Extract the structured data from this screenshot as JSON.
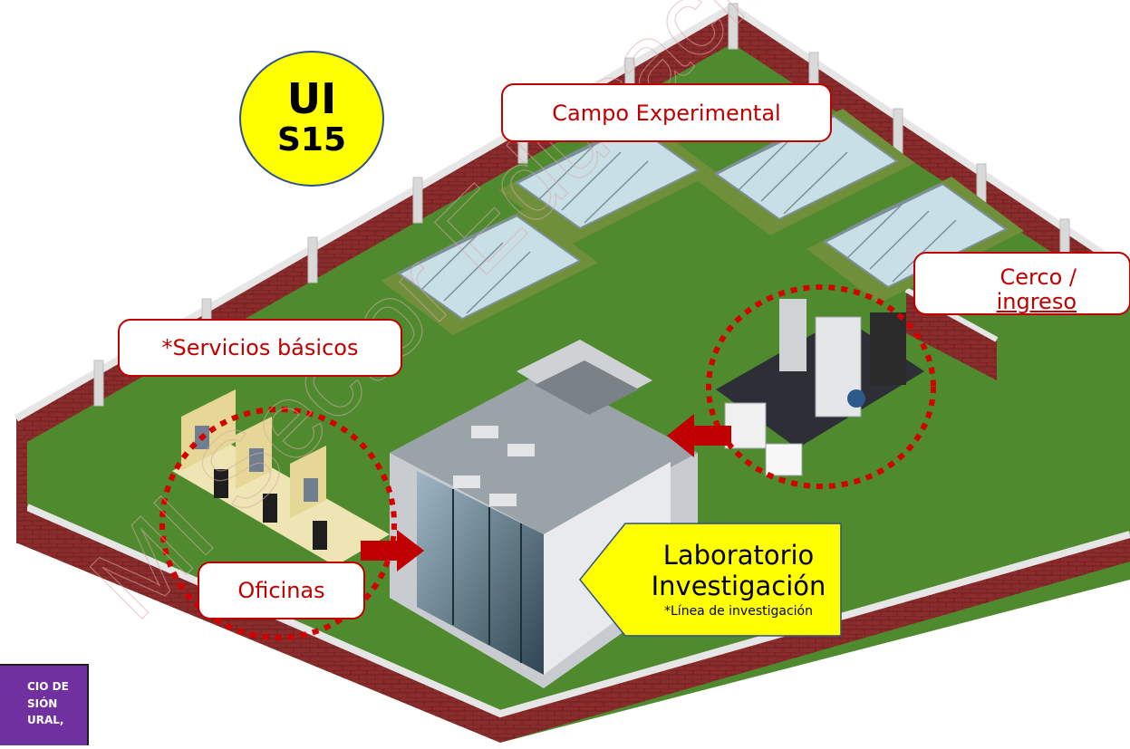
{
  "badge": {
    "line1": "UI",
    "line2": "S15"
  },
  "labels": {
    "campo": "Campo Experimental",
    "servicios": "*Servicios básicos",
    "oficinas": "Oficinas",
    "cerco_line1": "Cerco /",
    "cerco_line2": "ingreso"
  },
  "lab": {
    "line1": "Laboratorio",
    "line2": "Investigación",
    "line3": "*Línea de investigación"
  },
  "purple_box": {
    "line1": "CIO DE",
    "line2": "SIÓN",
    "line3": "URAL,"
  },
  "watermark": "MI Sector Educación",
  "colors": {
    "grass": "#4f8a2e",
    "wall_brick": "#8b2c2c",
    "callout_red": "#c00000",
    "badge_yellow": "#ffff00",
    "lab_label_yellow": "#ffff00",
    "purple": "#7030a0"
  }
}
